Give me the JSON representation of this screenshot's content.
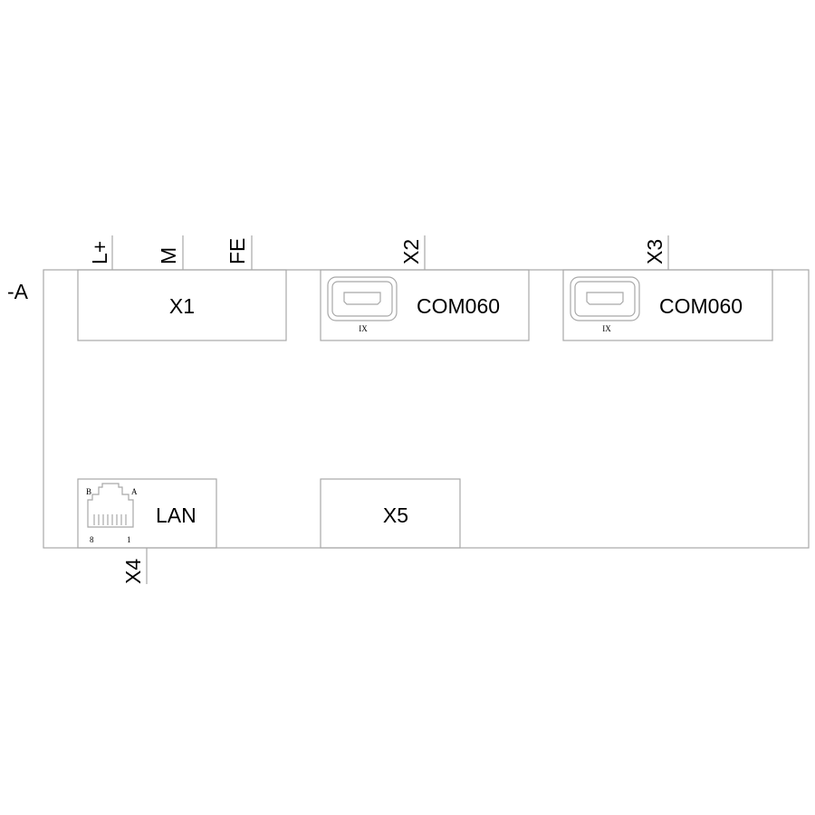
{
  "device_label": "-A",
  "terminals": {
    "lplus": "L+",
    "m": "M",
    "fe": "FE",
    "x2": "X2",
    "x3": "X3",
    "x4": "X4"
  },
  "blocks": {
    "x1": "X1",
    "x2": {
      "label": "COM060",
      "port_mark": "IX"
    },
    "x3": {
      "label": "COM060",
      "port_mark": "IX"
    },
    "lan": {
      "label": "LAN",
      "pin_b": "B",
      "pin_a": "A",
      "pin_8": "8",
      "pin_1": "1"
    },
    "x5": "X5"
  }
}
